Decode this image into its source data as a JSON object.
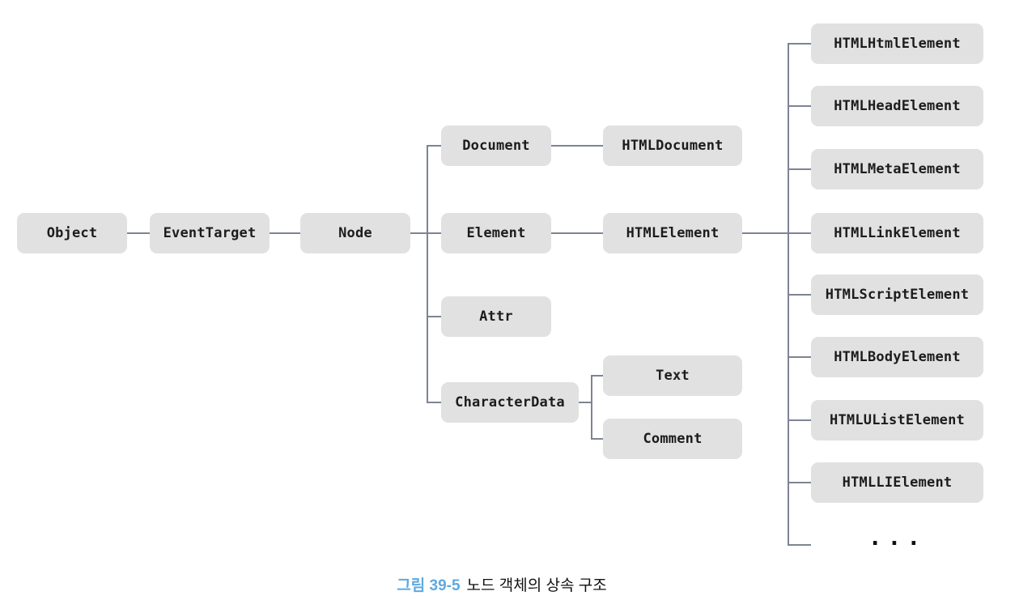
{
  "diagram": {
    "nodes": {
      "object": "Object",
      "event_target": "EventTarget",
      "node": "Node",
      "document": "Document",
      "element": "Element",
      "attr": "Attr",
      "character_data": "CharacterData",
      "html_document": "HTMLDocument",
      "html_element": "HTMLElement",
      "text": "Text",
      "comment": "Comment",
      "html_html_element": "HTMLHtmlElement",
      "html_head_element": "HTMLHeadElement",
      "html_meta_element": "HTMLMetaElement",
      "html_link_element": "HTMLLinkElement",
      "html_script_element": "HTMLScriptElement",
      "html_body_element": "HTMLBodyElement",
      "html_ulist_element": "HTMLUListElement",
      "html_li_element": "HTMLLIElement",
      "ellipsis": "..."
    },
    "caption": {
      "figure_label": "그림 39-5",
      "figure_title": "노드 객체의 상속 구조"
    },
    "colors": {
      "box_fill": "#e1e1e1",
      "box_text": "#1c1c1c",
      "connector_line": "#7d8494",
      "caption_label_blue": "#5fa9e0"
    }
  }
}
